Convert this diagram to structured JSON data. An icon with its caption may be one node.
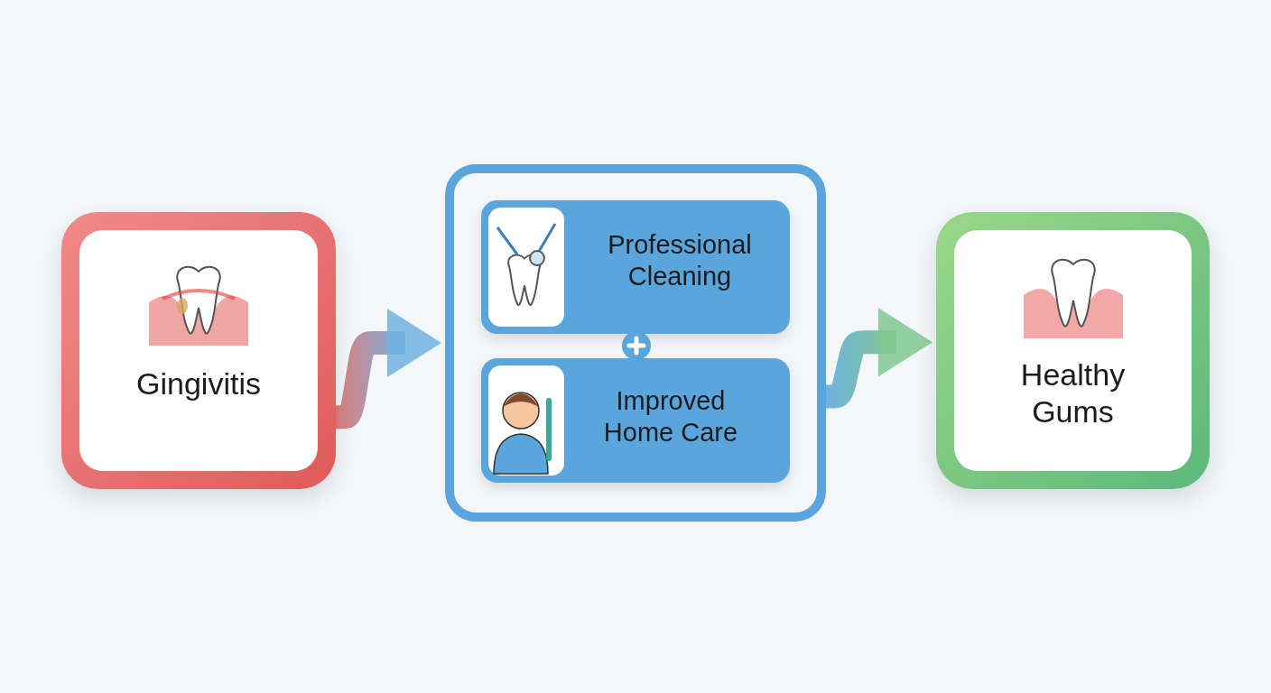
{
  "diagram": {
    "nodes": [
      {
        "text": [
          "Gingivitis"
        ]
      },
      {
        "text": [],
        "shape": "box"
      },
      {
        "text": [
          "Professional Cleaning"
        ],
        "in": 1
      },
      {
        "text": [
          "Improved Home Care"
        ],
        "in": 1
      },
      {
        "text": [
          "Healthy Gums"
        ]
      }
    ],
    "edges": [
      {
        "from": 0,
        "to": 1,
        "arrow": "to",
        "style": "thick"
      },
      {
        "from": 1,
        "to": 4,
        "arrow": "to",
        "style": "thick"
      }
    ]
  }
}
